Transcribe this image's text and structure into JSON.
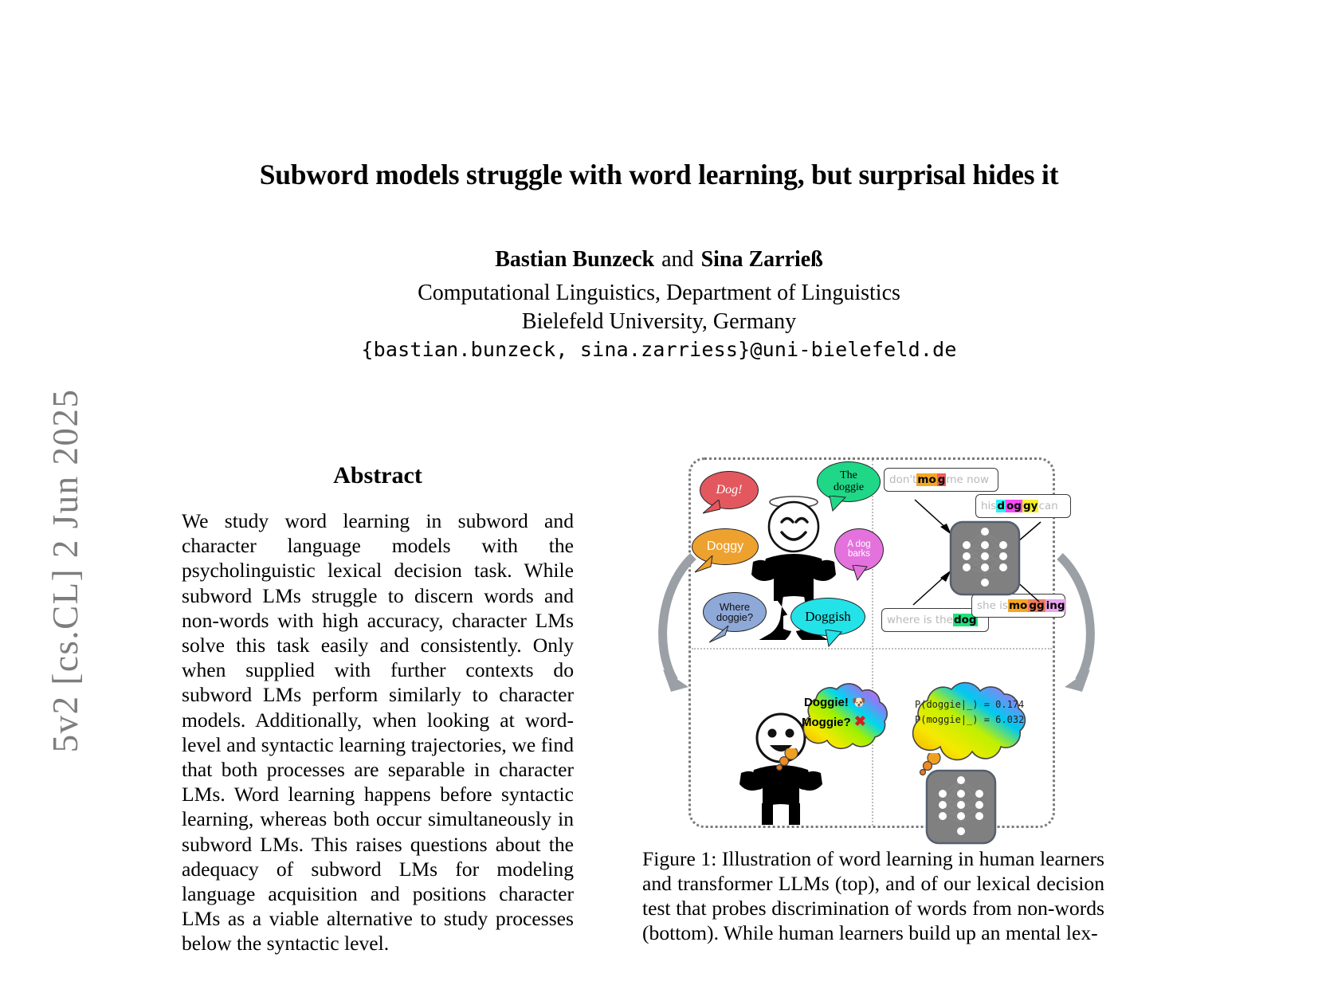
{
  "arxiv_stamp": "5v2  [cs.CL]  2 Jun 2025",
  "paper": {
    "title": "Subword models struggle with word learning, but surprisal hides it",
    "authors": {
      "first": "Bastian Bunzeck",
      "conjunction": "and",
      "second": "Sina Zarrieß"
    },
    "affiliation_line1": "Computational Linguistics, Department of Linguistics",
    "affiliation_line2": "Bielefeld University, Germany",
    "emails": "{bastian.bunzeck, sina.zarriess}@uni-bielefeld.de"
  },
  "abstract": {
    "heading": "Abstract",
    "text": "We study word learning in subword and character language models with the psycholinguistic lexical decision task. While subword LMs struggle to discern words and non-words with high accuracy, character LMs solve this task easily and consistently. Only when supplied with further contexts do subword LMs perform similarly to character models. Additionally, when looking at word-level and syntactic learning trajectories, we find that both processes are separable in character LMs. Word learning happens before syntactic learning, whereas both occur simultaneously in subword LMs. This raises questions about the adequacy of subword LMs for modeling language acquisition and positions character LMs as a viable alternative to study processes below the syntactic level."
  },
  "figure": {
    "caption_label": "Figure 1:",
    "caption_text": " Illustration of word learning in human learners and transformer LLMs (top), and of our lexical decision test that probes discrimination of words from non-words (bottom). While human learners build up an mental lex-",
    "human_top": {
      "bubbles": [
        {
          "name": "bubble-dog",
          "text": "Dog!",
          "color": "#e2585e",
          "text_color": "#ffffff",
          "font": "serif-italic"
        },
        {
          "name": "bubble-the-doggie",
          "text": "The doggie",
          "color": "#1fd787",
          "text_color": "#000000",
          "font": "serif"
        },
        {
          "name": "bubble-doggy",
          "text": "Doggy",
          "color": "#eda12f",
          "text_color": "#ffffff",
          "font": "sans"
        },
        {
          "name": "bubble-a-dog-barks",
          "text": "A dog barks",
          "color": "#e islands",
          "text_color": "#ffffff",
          "font": "sans"
        },
        {
          "name": "bubble-where-doggie",
          "text": "Where doggie?",
          "color": "#8ea8d8",
          "text_color": "#111111",
          "font": "sans"
        },
        {
          "name": "bubble-doggish",
          "text": "Doggish",
          "color": "#23e3e9",
          "text_color": "#000000",
          "font": "serif"
        }
      ],
      "bubble_a_dog_barks_color": "#e472dd"
    },
    "llm_top": {
      "boxes": [
        {
          "name": "input-box-mog",
          "prefix": "don't ",
          "highlight": [
            {
              "t": "mo",
              "bg": "#f5a623"
            },
            {
              "t": "g",
              "bg": "#ef5f5f"
            }
          ],
          "suffix": " me now"
        },
        {
          "name": "input-box-doggy",
          "prefix": "his ",
          "highlight": [
            {
              "t": "d",
              "bg": "#2ef0f0"
            },
            {
              "t": "og",
              "bg": "#f74af7"
            },
            {
              "t": "gy",
              "bg": "#f7f02a"
            }
          ],
          "suffix": " can"
        },
        {
          "name": "input-box-dog",
          "prefix": "where is the ",
          "highlight": [
            {
              "t": "dog",
              "bg": "#1fe07a"
            }
          ],
          "suffix": ""
        },
        {
          "name": "input-box-mogging",
          "prefix": "she is ",
          "highlight": [
            {
              "t": "mo",
              "bg": "#f5a623"
            },
            {
              "t": "gg",
              "bg": "#ef7b5f"
            },
            {
              "t": "ing",
              "bg": "#e9a4f0"
            }
          ],
          "suffix": ""
        }
      ],
      "model_name": "transformer-network"
    },
    "human_bottom": {
      "cloud_lines": [
        "Doggie!",
        "Moggie?"
      ],
      "check_icon": "dog-face-emoji",
      "cross_icon": "red-cross-mark"
    },
    "llm_bottom": {
      "cloud_lines": [
        "P(doggie|_) = 0.174",
        "P(moggie|_) = 6.032"
      ],
      "model_name": "transformer-network"
    }
  }
}
